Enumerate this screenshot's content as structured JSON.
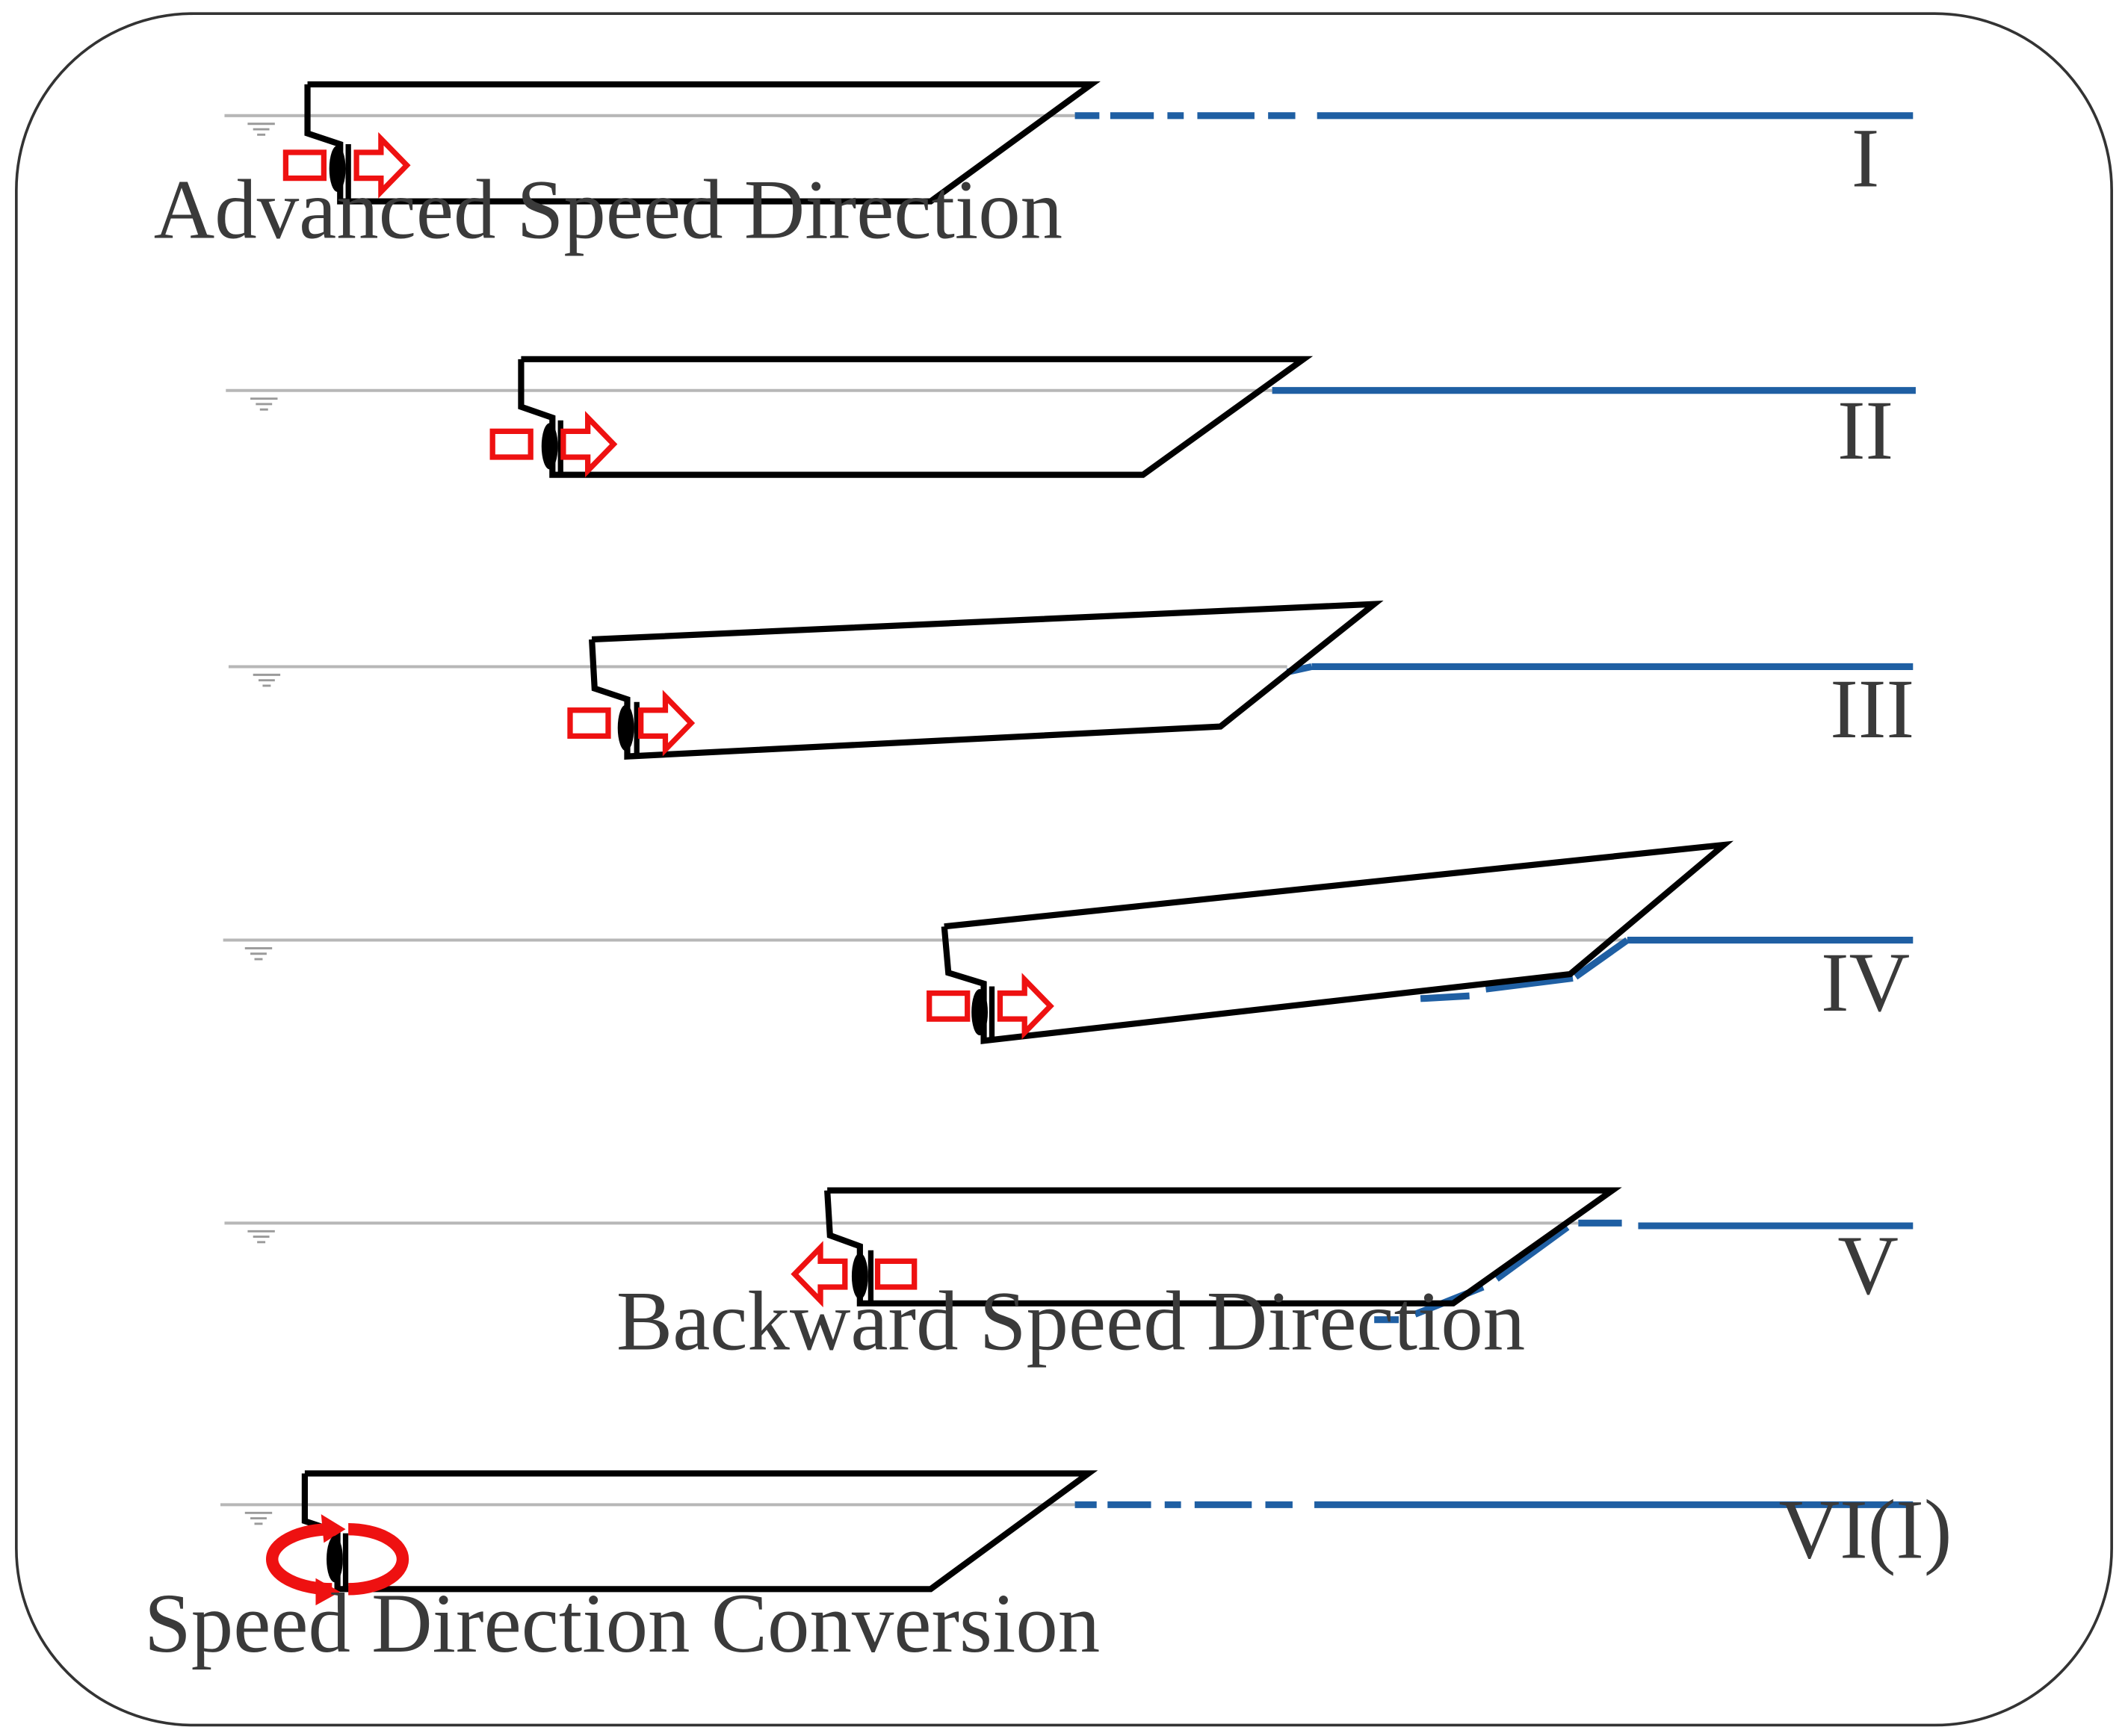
{
  "stages": [
    {
      "id": "I",
      "label": "I",
      "propeller_state": "advanced"
    },
    {
      "id": "II",
      "label": "II",
      "propeller_state": "advanced"
    },
    {
      "id": "III",
      "label": "III",
      "propeller_state": "advanced"
    },
    {
      "id": "IV",
      "label": "IV",
      "propeller_state": "advanced"
    },
    {
      "id": "V",
      "label": "V",
      "propeller_state": "backward"
    },
    {
      "id": "VI",
      "label": "VI(I)",
      "propeller_state": "conversion"
    }
  ],
  "captions": {
    "advanced": "Advanced Speed Direction",
    "backward": "Backward Speed Direction",
    "conversion": "Speed Direction Conversion"
  },
  "colors": {
    "hull": "#000000",
    "water_line": "#b7b7b7",
    "wave_line": "#1f5fa3",
    "arrow": "#ee1111",
    "frame": "#333333",
    "label": "#3a3a3a"
  }
}
